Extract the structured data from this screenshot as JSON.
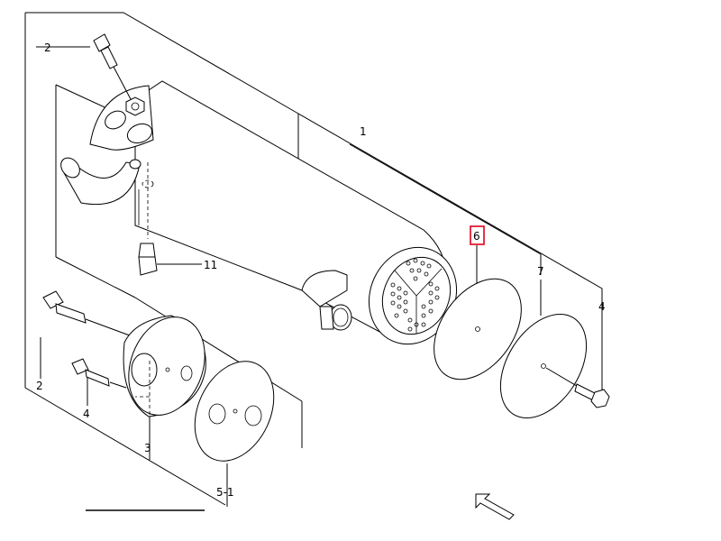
{
  "callouts": {
    "c1": "1",
    "c2_top": "2",
    "c2_left": "2",
    "c3": "3",
    "c4_left": "4",
    "c4_right": "4",
    "c5_1": "5-1",
    "c6": "6",
    "c7": "7",
    "c11": "11"
  },
  "highlight": {
    "callout": "6",
    "color": "#e0001b"
  },
  "icons": {
    "orientation": "direction-arrow-icon"
  }
}
